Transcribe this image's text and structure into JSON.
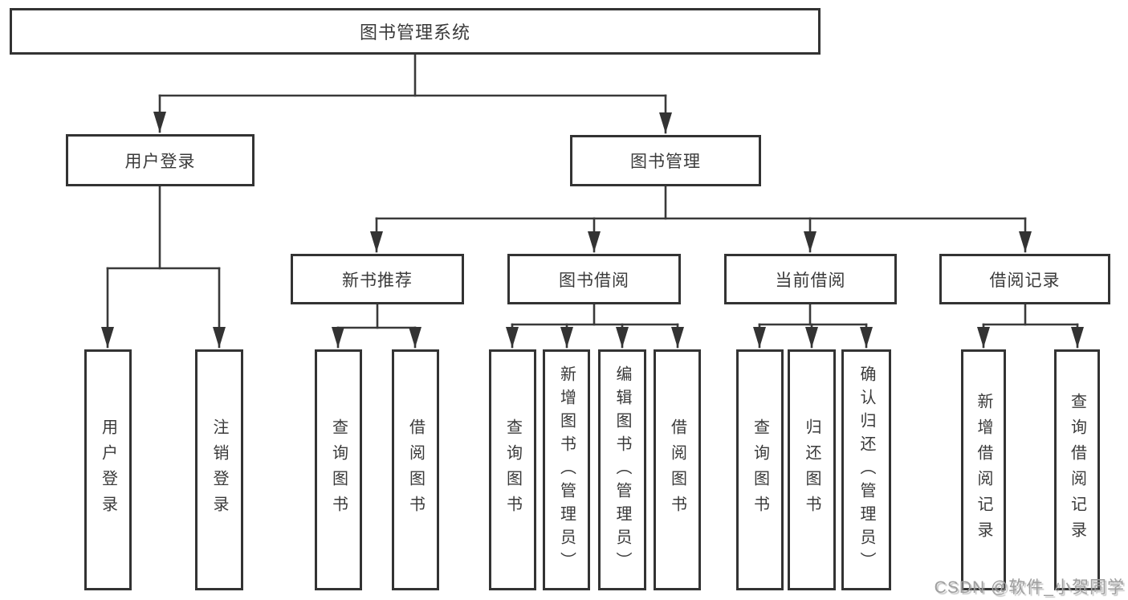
{
  "diagram": {
    "title": "图书管理系统",
    "level2": {
      "user_login": "用户登录",
      "book_management": "图书管理"
    },
    "level3": {
      "new_book_recommend": "新书推荐",
      "book_borrowing": "图书借阅",
      "current_borrowing": "当前借阅",
      "borrowing_records": "借阅记录"
    },
    "leaves": {
      "user_login": "用户登录",
      "logout": "注销登录",
      "recommend_query_books": "查询图书",
      "recommend_borrow_books": "借阅图书",
      "borrowing_query_books": "查询图书",
      "borrowing_add_books_admin": "新增图书（管理员）",
      "borrowing_edit_books_admin": "编辑图书（管理员）",
      "borrowing_borrow_books": "借阅图书",
      "current_query_books": "查询图书",
      "current_return_books": "归还图书",
      "current_confirm_return_admin": "确认归还（管理员）",
      "records_add_record": "新增借阅记录",
      "records_query_record": "查询借阅记录"
    },
    "structure": {
      "图书管理系统": {
        "用户登录": [
          "用户登录",
          "注销登录"
        ],
        "图书管理": {
          "新书推荐": [
            "查询图书",
            "借阅图书"
          ],
          "图书借阅": [
            "查询图书",
            "新增图书（管理员）",
            "编辑图书（管理员）",
            "借阅图书"
          ],
          "当前借阅": [
            "查询图书",
            "归还图书",
            "确认归还（管理员）"
          ],
          "借阅记录": [
            "新增借阅记录",
            "查询借阅记录"
          ]
        }
      }
    }
  },
  "watermark": {
    "text": "CSDN @软件_小贺同学"
  },
  "colors": {
    "background": "#ffffff",
    "box_border": "#333333",
    "line": "#3a3a3a",
    "text": "#3a3a3a",
    "watermark": "#9e9e9e"
  }
}
